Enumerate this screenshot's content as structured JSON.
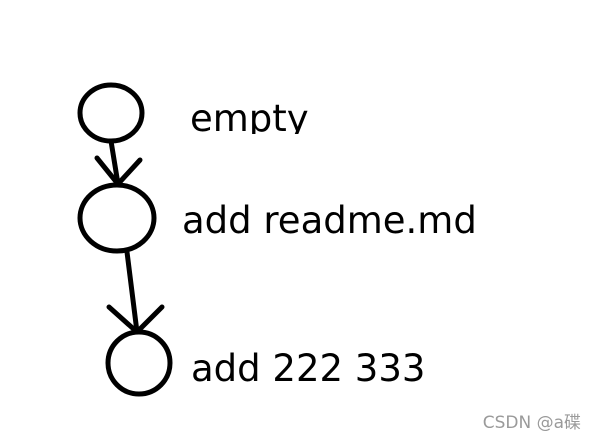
{
  "nodes": [
    {
      "id": "commit-1",
      "label": "empty"
    },
    {
      "id": "commit-2",
      "label": "add readme.md"
    },
    {
      "id": "commit-3",
      "label": "add 222 333"
    }
  ],
  "edges": [
    {
      "from": "commit-1",
      "to": "commit-2"
    },
    {
      "from": "commit-2",
      "to": "commit-3"
    }
  ],
  "watermark": "CSDN @a碟"
}
